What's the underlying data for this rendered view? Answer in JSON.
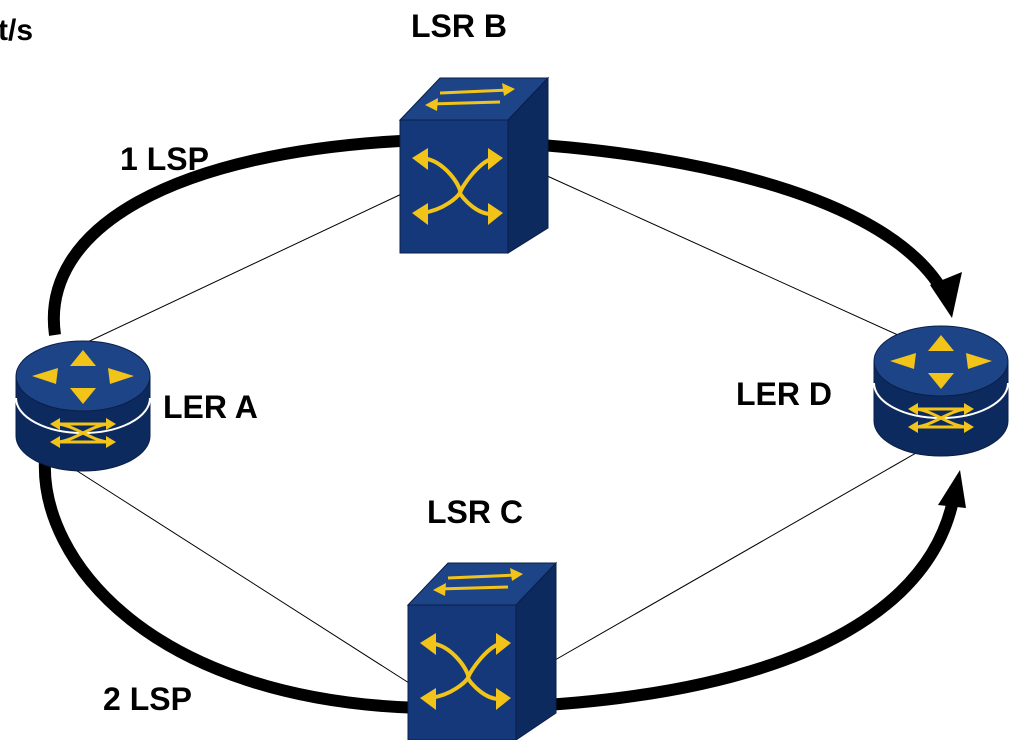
{
  "diagram": {
    "corner_text": "t/s",
    "nodes": {
      "lsr_b": {
        "label": "LSR B",
        "icon": "label-switch-icon"
      },
      "lsr_c": {
        "label": "LSR C",
        "icon": "label-switch-icon"
      },
      "ler_a": {
        "label": "LER A",
        "icon": "router-icon"
      },
      "ler_d": {
        "label": "LER D",
        "icon": "router-icon"
      }
    },
    "paths": {
      "upper": {
        "label": "1 LSP"
      },
      "lower": {
        "label": "2 LSP"
      }
    },
    "colors": {
      "device_blue": "#14387a",
      "device_side": "#0d2a5e",
      "arrow_yellow": "#f2c318",
      "path_black": "#000000",
      "link_line": "#000000"
    }
  }
}
